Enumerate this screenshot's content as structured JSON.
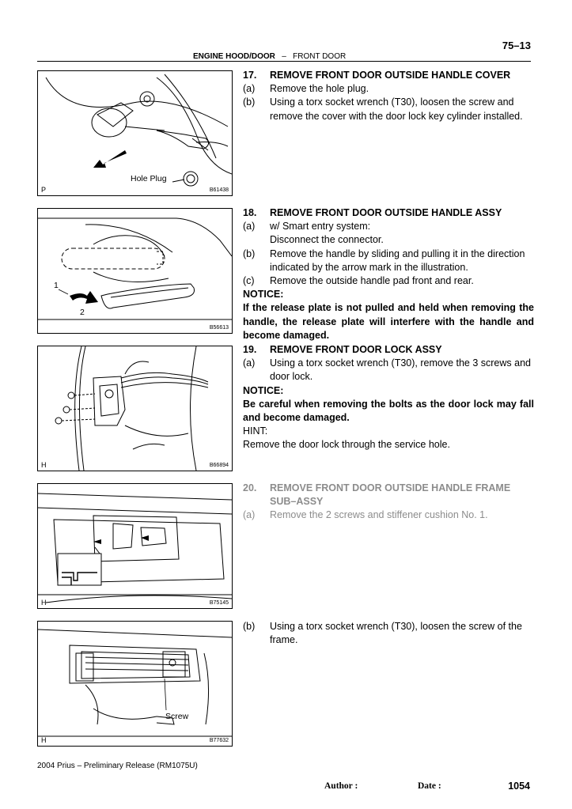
{
  "page_number": "75–13",
  "header": {
    "section": "ENGINE HOOD/DOOR",
    "dash": "–",
    "subsection": "FRONT DOOR"
  },
  "figures": [
    {
      "letter": "P",
      "code": "B61438",
      "label": "Hole Plug"
    },
    {
      "letter": "",
      "code": "B56613",
      "labels": [
        "1",
        "2"
      ]
    },
    {
      "letter": "H",
      "code": "B66894"
    },
    {
      "letter": "H",
      "code": "B75145"
    },
    {
      "letter": "H",
      "code": "B77632",
      "label": "Screw"
    }
  ],
  "step17": {
    "num": "17.",
    "title": "REMOVE FRONT DOOR OUTSIDE HANDLE COVER",
    "items": [
      {
        "n": "(a)",
        "t": "Remove the hole plug."
      },
      {
        "n": "(b)",
        "t": "Using a torx socket wrench (T30), loosen the screw and remove the cover with the door lock key cylinder installed."
      }
    ]
  },
  "step18": {
    "num": "18.",
    "title": "REMOVE FRONT DOOR OUTSIDE HANDLE ASSY",
    "a_n": "(a)",
    "a_t1": "w/ Smart entry system:",
    "a_t2": "Disconnect the connector.",
    "b_n": "(b)",
    "b_t": "Remove the handle by sliding and pulling it in the direction indicated by the arrow mark in the illustration.",
    "c_n": "(c)",
    "c_t": "Remove the outside handle pad front and rear.",
    "notice_label": "NOTICE:",
    "notice": "If the release plate is not pulled and held when removing the handle, the release plate will interfere with the handle and become damaged."
  },
  "step19": {
    "num": "19.",
    "title": "REMOVE FRONT DOOR LOCK ASSY",
    "a_n": "(a)",
    "a_t": "Using a torx socket wrench (T30), remove the 3 screws and door lock.",
    "notice_label": "NOTICE:",
    "notice": "Be careful when removing the bolts as the door lock may fall and become damaged.",
    "hint_label": "HINT:",
    "hint": "Remove the door lock through the service hole."
  },
  "step20": {
    "num": "20.",
    "title1": "REMOVE FRONT DOOR OUTSIDE HANDLE FRAME",
    "title2": "SUB–ASSY",
    "a_n": "(a)",
    "a_t": "Remove the 2 screws and stiffener cushion No. 1.",
    "b_n": "(b)",
    "b_t": "Using a torx socket wrench (T30), loosen the screw of the frame."
  },
  "footer": {
    "release": "2004 Prius – Preliminary Release (RM1075U)",
    "author_label": "Author :",
    "date_label": "Date :",
    "page": "1054"
  }
}
